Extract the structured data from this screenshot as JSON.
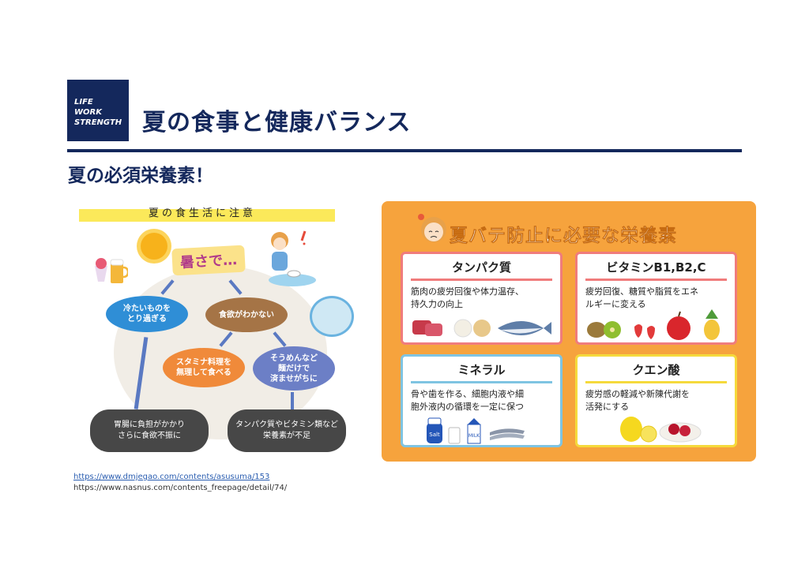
{
  "header": {
    "logo_lines": [
      "LIFE",
      "WORK",
      "STRENGTH"
    ],
    "title": "夏の食事と健康バランス",
    "subtitle": "夏の必須栄養素！"
  },
  "left_infographic": {
    "title": "夏の食生活に注意",
    "heat_label": "暑さで…",
    "bubbles": {
      "cold": "冷たいものを\nとり過ぎる",
      "appetite": "食欲がわかない",
      "stamina": "スタミナ料理を\n無理して食べる",
      "somen": "そうめんなど\n麺だけで\n済ませがちに"
    },
    "results": {
      "stomach": "胃腸に負担がかかり\nさらに食欲不振に",
      "nutrition": "タンパク質やビタミン類など\n栄養素が不足"
    }
  },
  "right_infographic": {
    "title": "夏バテ防止に必要な栄養素",
    "cards": [
      {
        "name": "タンパク質",
        "desc": "筋肉の疲労回復や体力温存、\n持久力の向上"
      },
      {
        "name": "ビタミンB1,B2,C",
        "desc": "疲労回復、糖質や脂質をエネ\nルギーに変える"
      },
      {
        "name": "ミネラル",
        "desc": "骨や歯を作る、細胞内液や細\n胞外液内の循環を一定に保つ",
        "salt_label": "Salt",
        "milk_label": "MILK"
      },
      {
        "name": "クエン酸",
        "desc": "疲労感の軽減や新陳代謝を\n活発にする"
      }
    ]
  },
  "credits": {
    "link1": "https://www.dmjegao.com/contents/asusuma/153",
    "link2": "https://www.nasnus.com/contents_freepage/detail/74/"
  },
  "colors": {
    "navy": "#14285c",
    "orange_panel": "#f6a33d",
    "protein_border": "#f07c7c",
    "mineral_border": "#7fc4e2",
    "citric_border": "#f5da3c"
  }
}
